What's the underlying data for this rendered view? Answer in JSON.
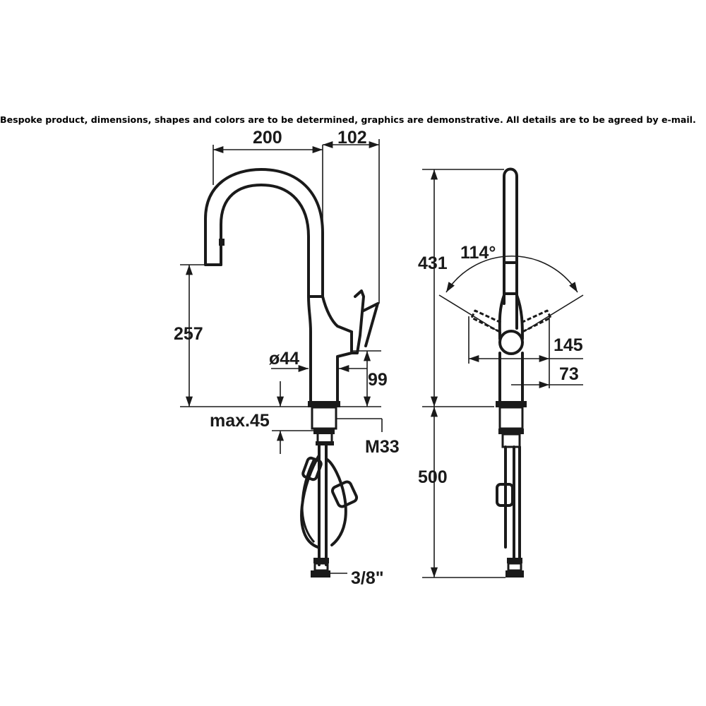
{
  "disclaimer": "Bespoke product, dimensions, shapes and colors are to be determined, graphics are demonstrative. All details are to be agreed by e-mail.",
  "dimensions": {
    "spout_reach": "200",
    "lever_offset": "102",
    "spout_height": "257",
    "body_diameter": "ø44",
    "lever_height": "99",
    "max_thickness": "max.45",
    "thread": "M33",
    "hose_connection": "3/8\"",
    "total_height": "431",
    "swivel_angle": "114°",
    "side_width": "145",
    "side_offset": "73",
    "hose_length": "500"
  }
}
